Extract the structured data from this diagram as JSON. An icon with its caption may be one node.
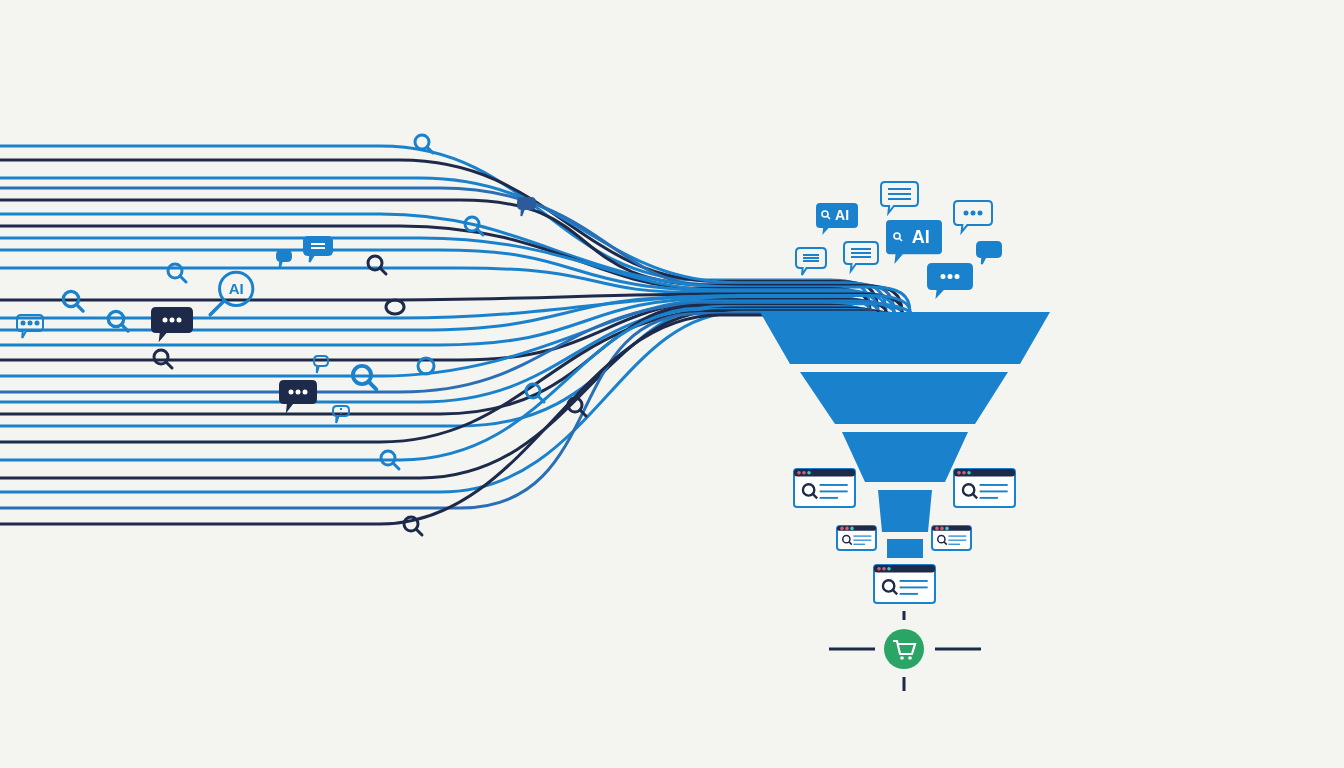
{
  "diagram": {
    "nodes": [
      {
        "text": [
          "AI"
        ]
      },
      {
        "text": [
          "AI"
        ]
      },
      {
        "text": [
          "AI"
        ]
      }
    ]
  }
}
